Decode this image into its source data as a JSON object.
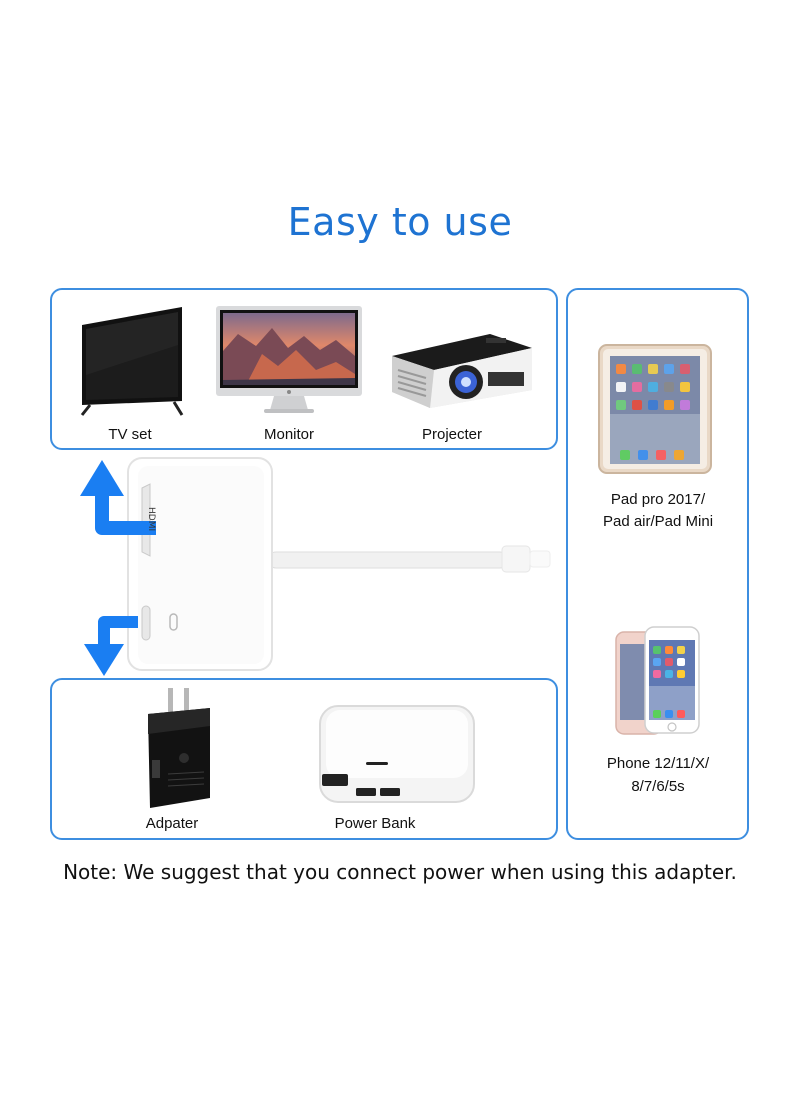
{
  "title": "Easy to use",
  "displays": {
    "tv_label": "TV set",
    "monitor_label": "Monitor",
    "projector_label": "Projecter"
  },
  "power": {
    "adapter_label": "Adpater",
    "powerbank_label": "Power Bank"
  },
  "devices": {
    "ipad_label_line1": "Pad pro 2017/",
    "ipad_label_line2": "Pad air/Pad Mini",
    "iphone_label_line1": "Phone 12/11/X/",
    "iphone_label_line2": "8/7/6/5s"
  },
  "adapter": {
    "port_label": "HDMI"
  },
  "note": "Note: We suggest that you connect power when using this adapter.",
  "colors": {
    "accent": "#1e73d2",
    "border": "#3d8ee0",
    "arrow": "#1a7ef2"
  }
}
